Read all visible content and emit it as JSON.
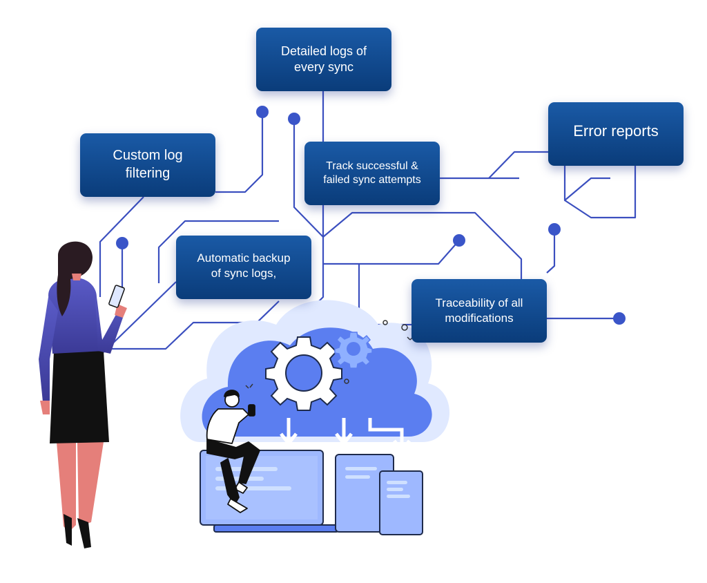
{
  "feature_boxes": {
    "detailed_logs": {
      "line1": "Detailed logs of",
      "line2": "every sync"
    },
    "custom_filtering": {
      "line1": "Custom log",
      "line2": "filtering"
    },
    "track_attempts": {
      "line1": "Track successful &",
      "line2": "failed sync attempts"
    },
    "error_reports": {
      "line1": "Error reports"
    },
    "automatic_backup": {
      "line1": "Automatic backup",
      "line2": "of sync logs,"
    },
    "traceability": {
      "line1": "Traceability of all",
      "line2": "modifications"
    }
  },
  "colors": {
    "box_top": "#1a5aa6",
    "box_bottom": "#0a3c7a",
    "circuit_line": "#3b4fbf",
    "node_dot": "#3a55c8",
    "cloud_dark": "#5b7ef0",
    "cloud_light": "#dfe8ff",
    "device_screen": "#9eb8ff",
    "woman_top": "#4b4aa8",
    "woman_skirt": "#111111",
    "woman_skin": "#e57f7a"
  }
}
